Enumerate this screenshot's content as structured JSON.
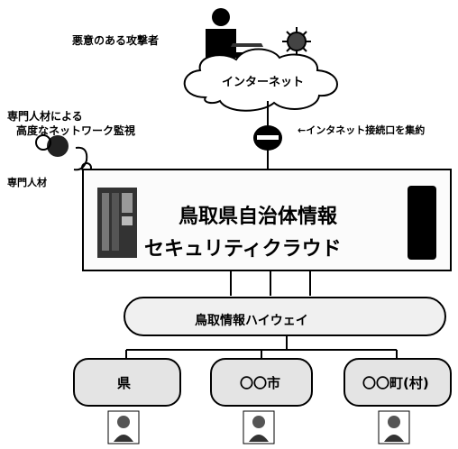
{
  "labels": {
    "attacker": "悪意のある攻撃者",
    "internet": "インターネット",
    "gateway_note": "←インタネット接続口を集約",
    "monitoring_line1": "専門人材による",
    "monitoring_line2": "高度なネットワーク監視",
    "expert": "専門人材",
    "cloud_line1": "鳥取県自治体情報",
    "cloud_line2": "セキュリティクラウド",
    "highway": "鳥取情報ハイウェイ",
    "node_prefecture": "県",
    "node_city": "〇〇市",
    "node_town": "〇〇町(村)"
  }
}
